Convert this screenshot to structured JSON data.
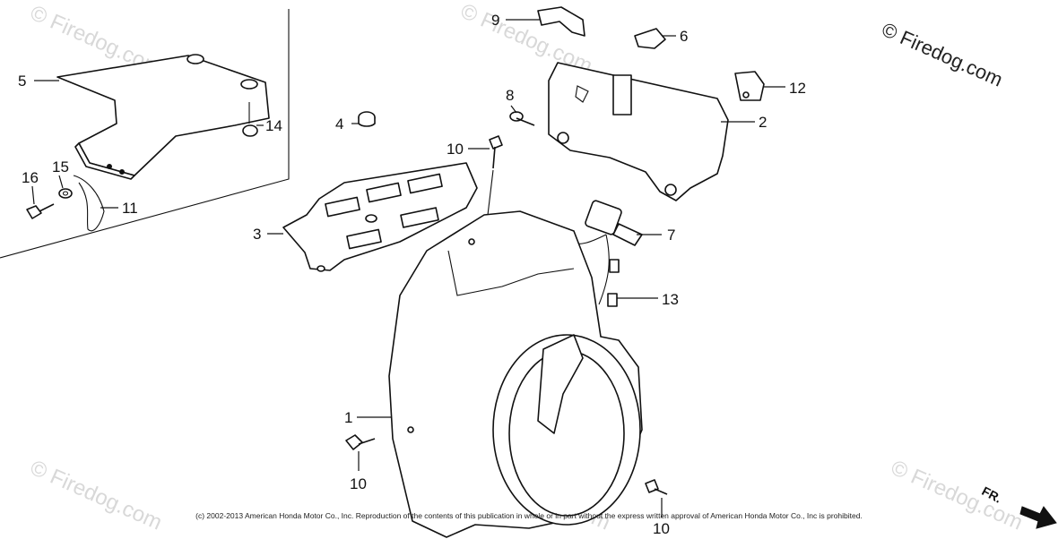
{
  "watermark_text": "© Firedog.com",
  "site_mark": "© Firedog.com",
  "copyright": "(c) 2002-2013 American Honda Motor Co., Inc. Reproduction of the contents of this publication in whole or in part without the express written approval of American Honda Motor Co., Inc is prohibited.",
  "direction_indicator": "FR.",
  "parts": [
    {
      "key": "p1",
      "label": "1"
    },
    {
      "key": "p2",
      "label": "2"
    },
    {
      "key": "p3",
      "label": "3"
    },
    {
      "key": "p4",
      "label": "4"
    },
    {
      "key": "p5",
      "label": "5"
    },
    {
      "key": "p6",
      "label": "6"
    },
    {
      "key": "p7",
      "label": "7"
    },
    {
      "key": "p8",
      "label": "8"
    },
    {
      "key": "p9",
      "label": "9"
    },
    {
      "key": "p10a",
      "label": "10"
    },
    {
      "key": "p10b",
      "label": "10"
    },
    {
      "key": "p10c",
      "label": "10"
    },
    {
      "key": "p11",
      "label": "11"
    },
    {
      "key": "p12",
      "label": "12"
    },
    {
      "key": "p13",
      "label": "13"
    },
    {
      "key": "p14",
      "label": "14"
    },
    {
      "key": "p15",
      "label": "15"
    },
    {
      "key": "p16",
      "label": "16"
    }
  ]
}
